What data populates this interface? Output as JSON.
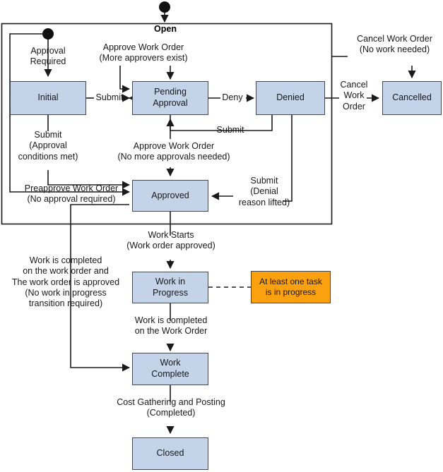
{
  "diagram": {
    "title": "Work Order State Diagram",
    "composite_state": {
      "label": "Open"
    },
    "colors": {
      "state_fill": "#c5d3e8",
      "state_border": "#44484f",
      "note_fill": "#fba10f",
      "note_border": "#3f434a",
      "line": "#1a1a1a"
    },
    "states": [
      {
        "id": "initial",
        "label": "Initial"
      },
      {
        "id": "pending-approval",
        "label": "Pending\nApproval"
      },
      {
        "id": "denied",
        "label": "Denied"
      },
      {
        "id": "cancelled",
        "label": "Cancelled"
      },
      {
        "id": "approved",
        "label": "Approved"
      },
      {
        "id": "work-in-progress",
        "label": "Work in\nProgress"
      },
      {
        "id": "work-complete",
        "label": "Work\nComplete"
      },
      {
        "id": "closed",
        "label": "Closed"
      }
    ],
    "notes": [
      {
        "id": "task-in-progress-note",
        "label": "At least one task\nis in progress"
      }
    ],
    "start_nodes": [
      {
        "id": "start-open",
        "label": ""
      },
      {
        "id": "start-approval-required",
        "label": ""
      }
    ],
    "transitions": [
      {
        "id": "approval-required",
        "label": "Approval\nRequired"
      },
      {
        "id": "submit",
        "label": "Submit"
      },
      {
        "id": "approve-more-approvers",
        "label": "Approve Work Order\n(More approvers exist)"
      },
      {
        "id": "deny",
        "label": "Deny"
      },
      {
        "id": "submit-from-denied",
        "label": "Submit"
      },
      {
        "id": "cancel-work-order-no-work-needed",
        "label": "Cancel Work Order\n(No work needed)"
      },
      {
        "id": "cancel-work-order",
        "label": "Cancel\nWork\nOrder"
      },
      {
        "id": "submit-approval-conditions-met",
        "label": "Submit\n(Approval\nconditions met)"
      },
      {
        "id": "approve-no-more-approvals",
        "label": "Approve Work Order\n(No more approvals needed)"
      },
      {
        "id": "preapprove-work-order",
        "label": "Preapprove Work Order\n(No approval required)"
      },
      {
        "id": "submit-denial-reason-lifted",
        "label": "Submit\n(Denial\nreason lifted)"
      },
      {
        "id": "work-starts",
        "label": "Work Starts\n(Work order approved)"
      },
      {
        "id": "work-completed-and-approved",
        "label": "Work is completed\non the work order and\nThe work order is approved\n(No work in progress\ntransition required)"
      },
      {
        "id": "work-completed-on-work-order",
        "label": "Work is completed\non the Work Order"
      },
      {
        "id": "cost-gathering-and-posting",
        "label": "Cost Gathering and Posting\n(Completed)"
      }
    ]
  }
}
